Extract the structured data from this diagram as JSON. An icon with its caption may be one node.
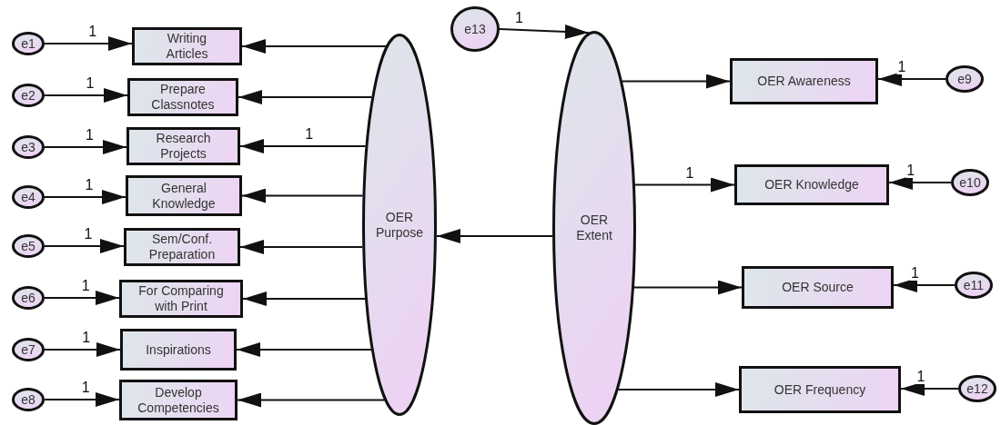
{
  "diagram": {
    "nodes": [
      {
        "text": [
          "e1"
        ]
      },
      {
        "text": [
          "e2"
        ]
      },
      {
        "text": [
          "e3"
        ]
      },
      {
        "text": [
          "e4"
        ]
      },
      {
        "text": [
          "e5"
        ]
      },
      {
        "text": [
          "e6"
        ]
      },
      {
        "text": [
          "e7"
        ]
      },
      {
        "text": [
          "e8"
        ]
      },
      {
        "text": [
          "Writing Articles"
        ]
      },
      {
        "text": [
          "Prepare Classnotes"
        ]
      },
      {
        "text": [
          "Research Projects"
        ]
      },
      {
        "text": [
          "General Knowledge"
        ]
      },
      {
        "text": [
          "Sem/Conf. Preparation"
        ]
      },
      {
        "text": [
          "For Comparing with Print"
        ]
      },
      {
        "text": [
          "Inspirations"
        ]
      },
      {
        "text": [
          "Develop Competencies"
        ]
      },
      {
        "text": [
          "OER Purpose"
        ]
      },
      {
        "text": [
          "e13"
        ]
      },
      {
        "text": [
          "OER Extent"
        ]
      },
      {
        "text": [
          "OER Awareness"
        ]
      },
      {
        "text": [
          "OER Knowledge"
        ]
      },
      {
        "text": [
          "OER Source"
        ]
      },
      {
        "text": [
          "OER Frequency"
        ]
      },
      {
        "text": [
          "e9"
        ]
      },
      {
        "text": [
          "e10"
        ]
      },
      {
        "text": [
          "e11"
        ]
      },
      {
        "text": [
          "e12"
        ]
      }
    ],
    "edges": [
      {
        "from": 0,
        "to": 8,
        "arrow": "to",
        "label": "1"
      },
      {
        "from": 1,
        "to": 9,
        "arrow": "to",
        "label": "1"
      },
      {
        "from": 2,
        "to": 10,
        "arrow": "to",
        "label": "1"
      },
      {
        "from": 3,
        "to": 11,
        "arrow": "to",
        "label": "1"
      },
      {
        "from": 4,
        "to": 12,
        "arrow": "to",
        "label": "1"
      },
      {
        "from": 5,
        "to": 13,
        "arrow": "to",
        "label": "1"
      },
      {
        "from": 6,
        "to": 14,
        "arrow": "to",
        "label": "1"
      },
      {
        "from": 7,
        "to": 15,
        "arrow": "to",
        "label": "1"
      },
      {
        "from": 16,
        "to": 8,
        "arrow": "to"
      },
      {
        "from": 16,
        "to": 9,
        "arrow": "to"
      },
      {
        "from": 16,
        "to": 10,
        "arrow": "to",
        "label": "1"
      },
      {
        "from": 16,
        "to": 11,
        "arrow": "to"
      },
      {
        "from": 16,
        "to": 12,
        "arrow": "to"
      },
      {
        "from": 16,
        "to": 13,
        "arrow": "to"
      },
      {
        "from": 16,
        "to": 14,
        "arrow": "to"
      },
      {
        "from": 16,
        "to": 15,
        "arrow": "to"
      },
      {
        "from": 17,
        "to": 18,
        "arrow": "to",
        "label": "1"
      },
      {
        "from": 18,
        "to": 16,
        "arrow": "to"
      },
      {
        "from": 18,
        "to": 19,
        "arrow": "to"
      },
      {
        "from": 18,
        "to": 20,
        "arrow": "to",
        "label": "1"
      },
      {
        "from": 18,
        "to": 21,
        "arrow": "to"
      },
      {
        "from": 18,
        "to": 22,
        "arrow": "to"
      },
      {
        "from": 23,
        "to": 19,
        "arrow": "to",
        "label": "1"
      },
      {
        "from": 24,
        "to": 20,
        "arrow": "to",
        "label": "1"
      },
      {
        "from": 25,
        "to": 21,
        "arrow": "to",
        "label": "1"
      },
      {
        "from": 26,
        "to": 22,
        "arrow": "to",
        "label": "1"
      }
    ]
  }
}
